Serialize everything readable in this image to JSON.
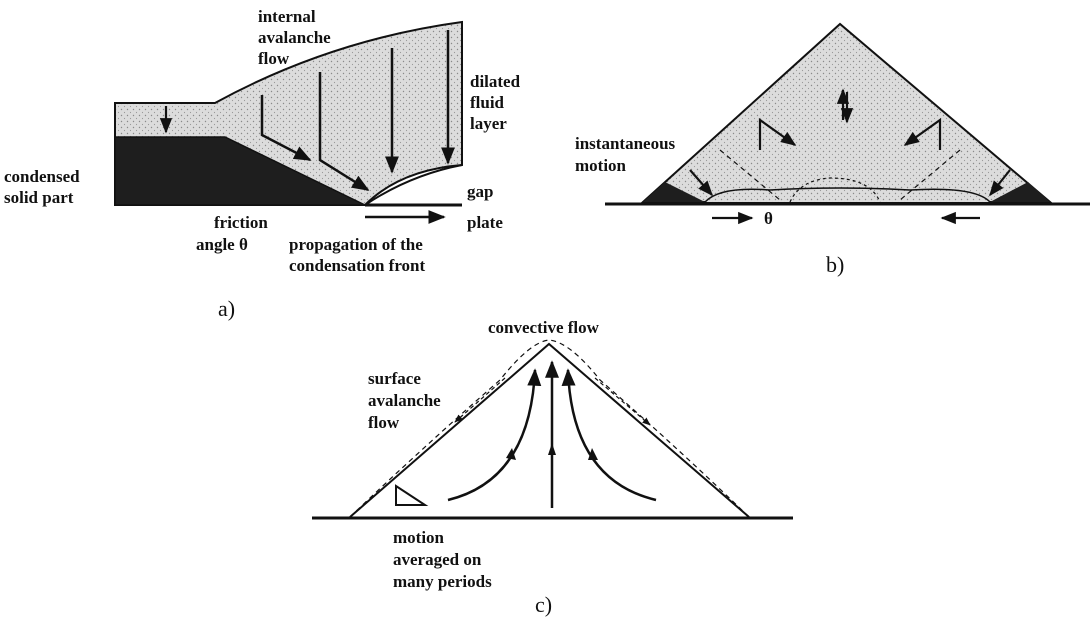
{
  "colors": {
    "ink": "#111111",
    "fluid": "#dcdcdc",
    "solid": "#1e1e1e",
    "paper": "#ffffff"
  },
  "panel_a": {
    "caption": "a)",
    "internal_avalanche_flow": [
      "internal",
      "avalanche",
      "flow"
    ],
    "dilated_fluid_layer": [
      "dilated",
      "fluid",
      "layer"
    ],
    "condensed_solid_part": [
      "condensed",
      "solid part"
    ],
    "gap": "gap",
    "plate": "plate",
    "friction_angle": [
      "friction",
      "angle θ"
    ],
    "propagation": [
      "propagation of the",
      "condensation front"
    ]
  },
  "panel_b": {
    "caption": "b)",
    "instantaneous_motion": [
      "instantaneous",
      "motion"
    ],
    "theta": "θ"
  },
  "panel_c": {
    "caption": "c)",
    "convective_flow": "convective flow",
    "surface_avalanche_flow": [
      "surface",
      "avalanche",
      "flow"
    ],
    "motion_averaged": [
      "motion",
      "averaged on",
      "many periods"
    ]
  }
}
